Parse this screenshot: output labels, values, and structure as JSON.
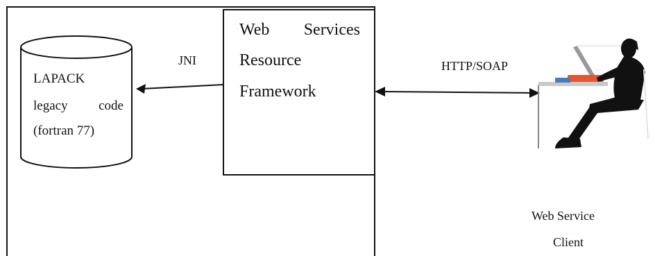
{
  "storage": {
    "lines": [
      "LAPACK",
      "legacy code",
      "(fortran 77)"
    ],
    "line2_left": "legacy",
    "line2_right": "code"
  },
  "wsrf": {
    "line1_left": "Web",
    "line1_right": "Services",
    "line2": "Resource",
    "line3": "Framework"
  },
  "connectors": {
    "jni": "JNI",
    "http": "HTTP/SOAP"
  },
  "client": {
    "line1": "Web Service",
    "line2": "Client",
    "icon": "person-at-laptop-icon"
  },
  "colors": {
    "ink": "#111111",
    "laptop_accent": "#e8552a",
    "laptop_blue": "#4a7ab8"
  }
}
